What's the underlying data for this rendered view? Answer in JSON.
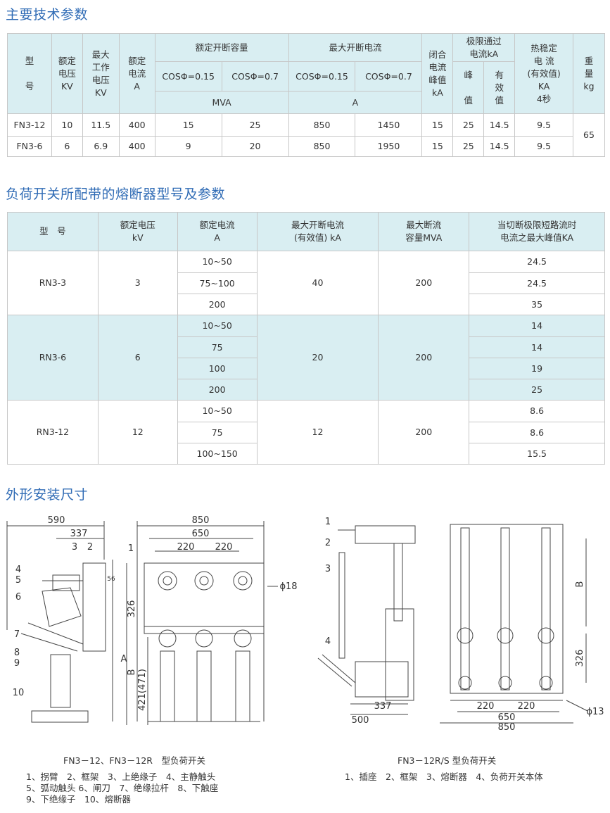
{
  "section1": {
    "title": "主要技术参数",
    "headers": {
      "model": [
        "型",
        "号"
      ],
      "rated_voltage": [
        "额定",
        "电压",
        "KV"
      ],
      "max_voltage": [
        "最大",
        "工作",
        "电压",
        "KV"
      ],
      "rated_current": [
        "额定",
        "电流",
        "A"
      ],
      "breaking_capacity": "额定开断容量",
      "bc_cos015": "COSΦ=0.15",
      "bc_cos07": "COSΦ=0.7",
      "bc_unit": "MVA",
      "max_breaking": "最大开断电流",
      "mb_cos015": "COSΦ=0.15",
      "mb_cos07": "COSΦ=0.7",
      "mb_unit": "A",
      "making_peak": [
        "闭合",
        "电流",
        "峰值",
        "kA"
      ],
      "limit_current": [
        "极限通过",
        "电流kA"
      ],
      "limit_peak": [
        "峰",
        "值"
      ],
      "limit_rms": [
        "有",
        "效",
        "值"
      ],
      "thermal": [
        "热稳定",
        "电 流",
        "(有效值)",
        "KA",
        "4秒"
      ],
      "weight": [
        "重",
        "量",
        "kg"
      ]
    },
    "rows": [
      {
        "model": "FN3-12",
        "rv": "10",
        "mv": "11.5",
        "rc": "400",
        "bc1": "15",
        "bc2": "25",
        "mb1": "850",
        "mb2": "1450",
        "mp": "15",
        "lp": "25",
        "lr": "14.5",
        "th": "9.5"
      },
      {
        "model": "FN3-6",
        "rv": "6",
        "mv": "6.9",
        "rc": "400",
        "bc1": "9",
        "bc2": "20",
        "mb1": "850",
        "mb2": "1950",
        "mp": "15",
        "lp": "25",
        "lr": "14.5",
        "th": "9.5"
      }
    ],
    "weight_value": "65"
  },
  "section2": {
    "title": "负荷开关所配带的熔断器型号及参数",
    "headers": {
      "model": "型　号",
      "rated_voltage": [
        "额定电压",
        "kV"
      ],
      "rated_current": [
        "额定电流",
        "A"
      ],
      "max_breaking": [
        "最大开断电流",
        "(有效值) kA"
      ],
      "max_capacity": [
        "最大断流",
        "容量MVA"
      ],
      "peak": [
        "当切断极限短路流时",
        "电流之最大峰值KA"
      ]
    },
    "groups": [
      {
        "model": "RN3-3",
        "voltage": "3",
        "breaking": "40",
        "capacity": "200",
        "currents": [
          "10~50",
          "75~100",
          "200"
        ],
        "peaks": [
          "24.5",
          "24.5",
          "35"
        ]
      },
      {
        "model": "RN3-6",
        "voltage": "6",
        "breaking": "20",
        "capacity": "200",
        "currents": [
          "10~50",
          "75",
          "100",
          "200"
        ],
        "peaks": [
          "14",
          "14",
          "19",
          "25"
        ]
      },
      {
        "model": "RN3-12",
        "voltage": "12",
        "breaking": "12",
        "capacity": "200",
        "currents": [
          "10~50",
          "75",
          "100~150"
        ],
        "peaks": [
          "8.6",
          "8.6",
          "15.5"
        ]
      }
    ]
  },
  "section3": {
    "title": "外形安装尺寸",
    "left_dims": {
      "d590": "590",
      "d337": "337",
      "d850": "850",
      "d650": "650",
      "d220a": "220",
      "d220b": "220",
      "d326": "326",
      "dB": "B",
      "dA": "A",
      "d421": "421(471)",
      "d56": "56",
      "d18": "ϕ18",
      "n1": "1",
      "n2": "2",
      "n3": "3",
      "n4": "4",
      "n5": "5",
      "n6": "6",
      "n7": "7",
      "n8": "8",
      "n9": "9",
      "n10": "10"
    },
    "right_dims": {
      "n1": "1",
      "n2": "2",
      "n3": "3",
      "n4": "4",
      "d337": "337",
      "d500": "500",
      "dB": "B",
      "d326": "326",
      "d220a": "220",
      "d220b": "220",
      "d650": "650",
      "d850": "850",
      "d13": "ϕ13"
    },
    "left_caption": "FN3－12、FN3－12R　型负荷开关",
    "left_legend": [
      "1、拐臂　2、框架　3、上绝缘子　4、主静触头",
      "5、弧动触头 6、闸刀　7、绝缘拉杆　8、下触座",
      "9、下绝缘子　10、熔断器"
    ],
    "right_caption": "FN3－12R/S  型负荷开关",
    "right_legend": "1、插座　2、框架　3、熔断器　4、负荷开关本体"
  }
}
